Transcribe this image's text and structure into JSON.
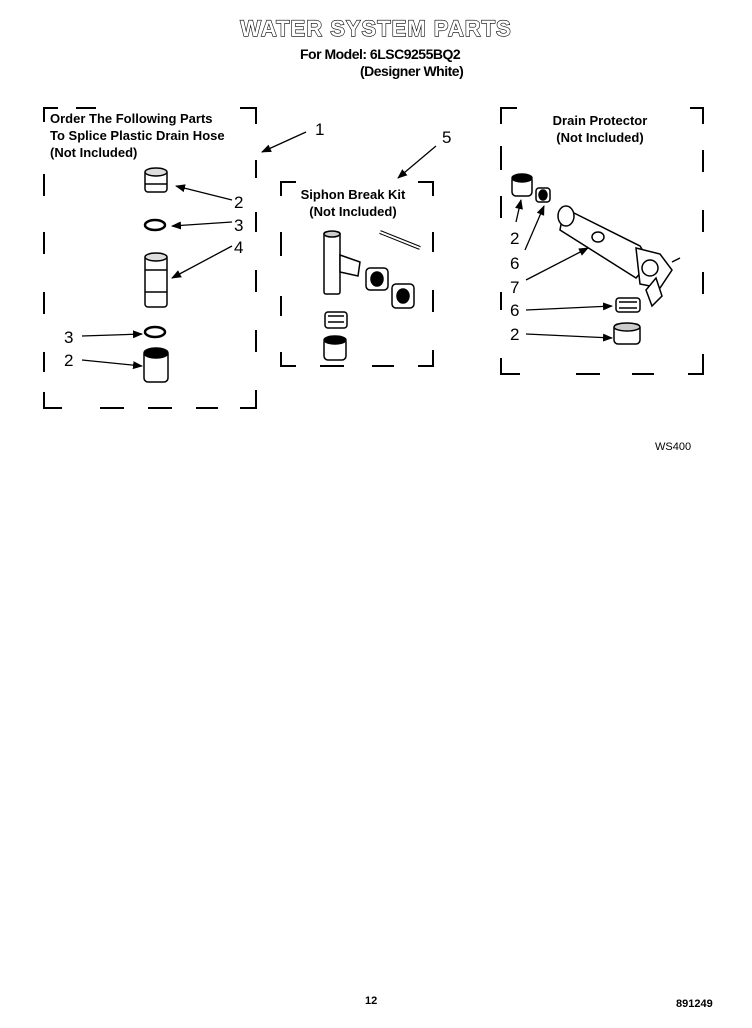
{
  "title": "WATER SYSTEM PARTS",
  "model_line": "For Model: 6LSC9255BQ2",
  "color_line": "(Designer White)",
  "groups": {
    "splice": {
      "line1": "Order The Following Parts",
      "line2": "To Splice Plastic Drain Hose",
      "line3": "(Not Included)"
    },
    "siphon": {
      "line1": "Siphon Break Kit",
      "line2": "(Not Included)"
    },
    "drain": {
      "line1": "Drain Protector",
      "line2": "(Not Included)"
    }
  },
  "callouts": {
    "c1": "1",
    "c2a": "2",
    "c3a": "3",
    "c4": "4",
    "c3b": "3",
    "c2b": "2",
    "c5": "5",
    "d2a": "2",
    "d6a": "6",
    "d7": "7",
    "d6b": "6",
    "d2b": "2"
  },
  "diagram_code": "WS400",
  "page_number": "12",
  "doc_number": "891249"
}
